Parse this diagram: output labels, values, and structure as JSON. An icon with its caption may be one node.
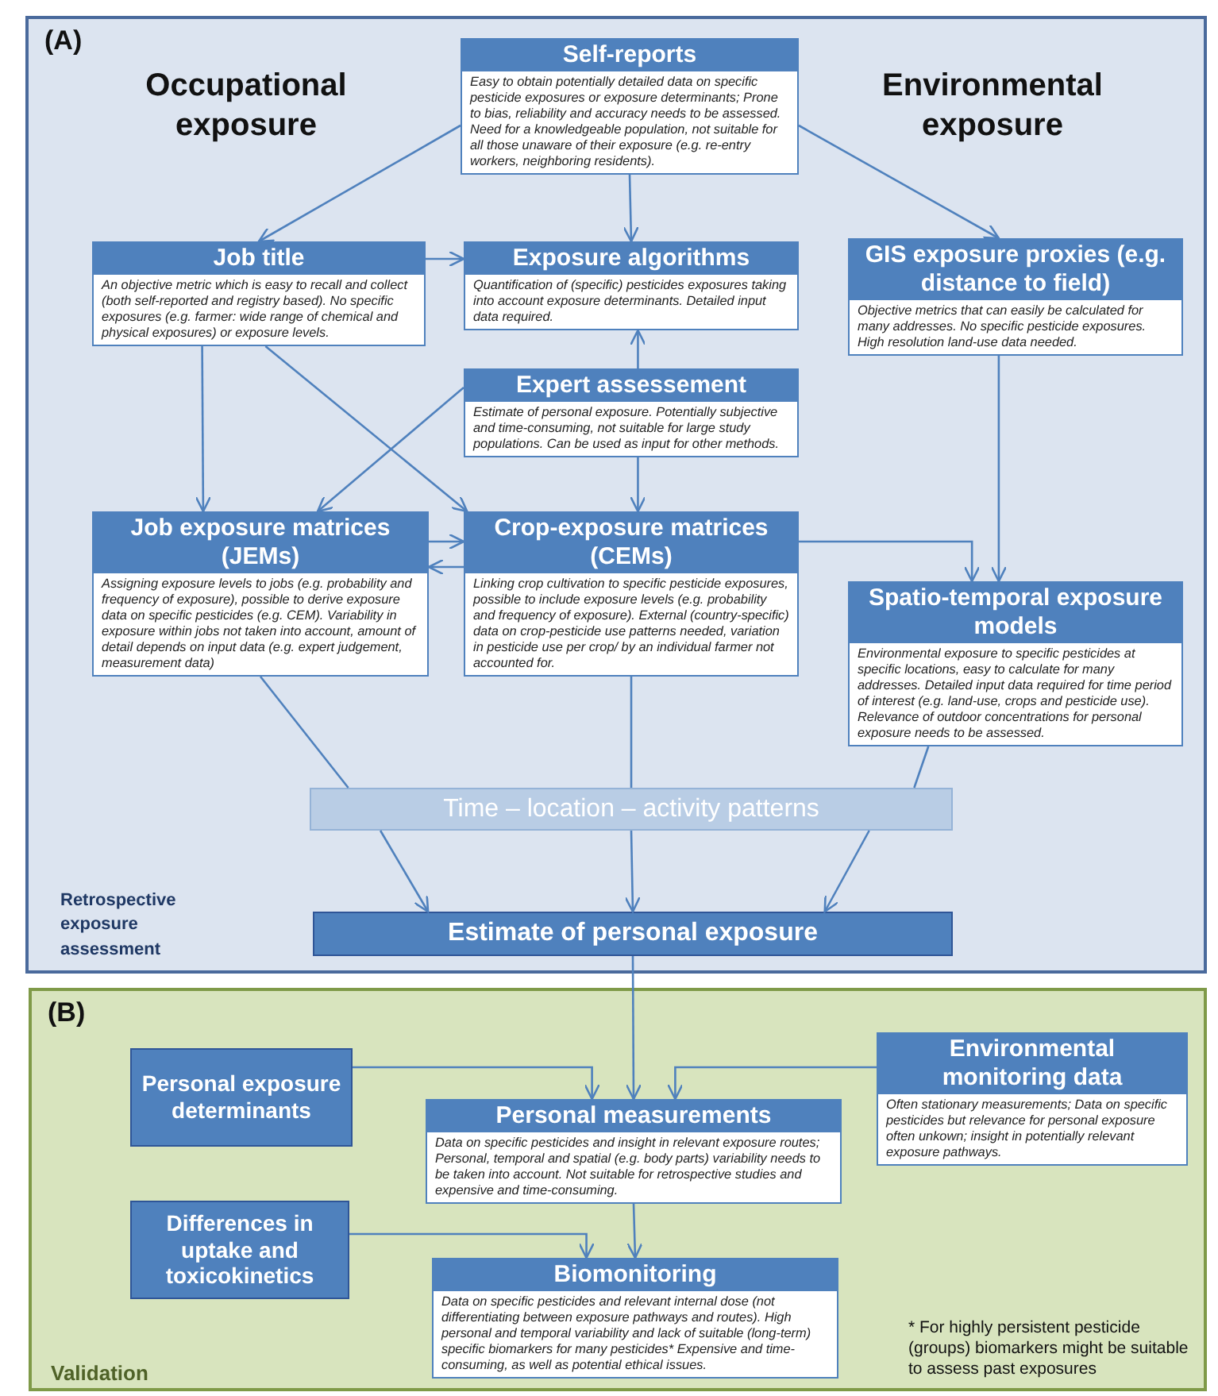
{
  "diagram": {
    "nodes": [
      {
        "text": [
          "(A)",
          "Retrospective exposure assessment"
        ]
      },
      {
        "text": [
          "(B)",
          "Validation"
        ]
      },
      {
        "text": [
          "Self-reports",
          "Easy to obtain potentially detailed data on specific pesticide exposures or exposure determinants; Prone to bias, reliability and accuracy needs to be assessed. Need for a knowledgeable population, not suitable for all those unaware of their exposure (e.g. re-entry workers, neighboring residents)."
        ],
        "in": 0
      },
      {
        "text": [
          "Job title",
          "An objective metric which is easy to recall and collect (both self-reported and registry based). No specific exposures (e.g. farmer: wide range of chemical and physical exposures) or exposure levels."
        ],
        "in": 0
      },
      {
        "text": [
          "Exposure algorithms",
          "Quantification of (specific) pesticides exposures taking into account exposure determinants. Detailed input data required."
        ],
        "in": 0
      },
      {
        "text": [
          "GIS exposure proxies (e.g. distance to field)",
          "Objective metrics that can easily be calculated for many addresses. No specific pesticide exposures. High resolution land-use data needed."
        ],
        "in": 0
      },
      {
        "text": [
          "Expert assessement",
          "Estimate of personal exposure. Potentially subjective and time-consuming, not suitable for large study populations. Can be used as input for other methods."
        ],
        "in": 0
      },
      {
        "text": [
          "Job exposure matrices (JEMs)",
          "Assigning exposure levels to jobs (e.g. probability and frequency of exposure), possible to derive exposure data on specific pesticides (e.g. CEM). Variability in exposure within jobs not taken into account, amount of detail depends on input data (e.g. expert judgement, measurement data)"
        ],
        "in": 0
      },
      {
        "text": [
          "Crop-exposure matrices (CEMs)",
          "Linking crop cultivation to specific pesticide exposures, possible to include exposure levels (e.g. probability and frequency of exposure). External (country-specific) data on crop-pesticide use patterns needed, variation in pesticide use per crop/ by an individual farmer not accounted for."
        ],
        "in": 0
      },
      {
        "text": [
          "Spatio-temporal exposure models",
          "Environmental exposure to specific pesticides at specific locations, easy to calculate for many addresses. Detailed input data required for time period of interest (e.g. land-use, crops and pesticide use). Relevance of outdoor concentrations for personal exposure needs to be assessed."
        ],
        "in": 0
      },
      {
        "text": [
          "Time – location – activity patterns"
        ],
        "in": 0
      },
      {
        "text": [
          "Estimate of personal exposure"
        ],
        "in": 0
      },
      {
        "text": [
          "Personal exposure determinants"
        ],
        "in": 1
      },
      {
        "text": [
          "Environmental monitoring data",
          "Often stationary measurements; Data on specific pesticides but relevance for personal exposure often unkown; insight in potentially relevant exposure pathways."
        ],
        "in": 1
      },
      {
        "text": [
          "Personal measurements",
          "Data on specific pesticides and insight in relevant exposure routes; Personal, temporal and spatial (e.g. body parts) variability needs to be taken into account. Not suitable for retrospective studies and expensive and time-consuming."
        ],
        "in": 1
      },
      {
        "text": [
          "Differences in uptake and toxicokinetics"
        ],
        "in": 1
      },
      {
        "text": [
          "Biomonitoring",
          "Data on specific pesticides and relevant internal dose (not differentiating between exposure pathways and routes). High personal and temporal variability and lack of suitable (long-term) specific biomarkers for many pesticides* Expensive and time-consuming, as well as potential ethical issues."
        ],
        "in": 1
      }
    ],
    "edges": [
      {
        "from": 2,
        "to": 3,
        "arrow": "to"
      },
      {
        "from": 2,
        "to": 4,
        "arrow": "to"
      },
      {
        "from": 2,
        "to": 5,
        "arrow": "to"
      },
      {
        "from": 3,
        "to": 4,
        "arrow": "to"
      },
      {
        "from": 3,
        "to": 7,
        "arrow": "to"
      },
      {
        "from": 3,
        "to": 8,
        "arrow": "to"
      },
      {
        "from": 6,
        "to": 4,
        "arrow": "to"
      },
      {
        "from": 6,
        "to": 7,
        "arrow": "to"
      },
      {
        "from": 6,
        "to": 8,
        "arrow": "to"
      },
      {
        "from": 7,
        "to": 8,
        "arrow": "to"
      },
      {
        "from": 8,
        "to": 7,
        "arrow": "to"
      },
      {
        "from": 8,
        "to": 9,
        "arrow": "to"
      },
      {
        "from": 5,
        "to": 9,
        "arrow": "to"
      },
      {
        "from": 7,
        "to": 10,
        "arrow": "none"
      },
      {
        "from": 8,
        "to": 10,
        "arrow": "none"
      },
      {
        "from": 9,
        "to": 10,
        "arrow": "none"
      },
      {
        "from": 10,
        "to": 11,
        "arrow": "to"
      },
      {
        "from": 10,
        "to": 11,
        "arrow": "to"
      },
      {
        "from": 10,
        "to": 11,
        "arrow": "to"
      },
      {
        "from": 11,
        "to": 14,
        "arrow": "to"
      },
      {
        "from": 12,
        "to": 14,
        "arrow": "to"
      },
      {
        "from": 13,
        "to": 14,
        "arrow": "to"
      },
      {
        "from": 14,
        "to": 16,
        "arrow": "to"
      },
      {
        "from": 15,
        "to": 16,
        "arrow": "to"
      }
    ],
    "labels": [
      "Occupational exposure",
      "Environmental exposure",
      "* For highly persistent pesticide (groups) biomarkers might be suitable to assess past exposures"
    ]
  }
}
